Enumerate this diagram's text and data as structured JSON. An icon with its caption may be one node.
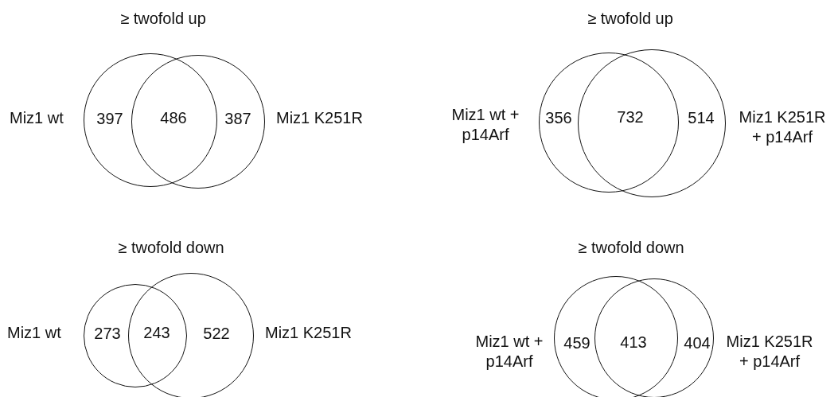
{
  "diagram": {
    "nodes": [
      {
        "text": [
          "397"
        ],
        "beside": [
          "Miz1 wt"
        ]
      },
      {
        "text": [
          "387"
        ],
        "beside": [
          "Miz1 K251R"
        ]
      },
      {
        "text": [
          "356"
        ],
        "beside": [
          "Miz1 wt + p14Arf"
        ]
      },
      {
        "text": [
          "514"
        ],
        "beside": [
          "Miz1 K251R + p14Arf"
        ]
      },
      {
        "text": [
          "273"
        ],
        "beside": [
          "Miz1 wt"
        ]
      },
      {
        "text": [
          "522"
        ],
        "beside": [
          "Miz1 K251R"
        ]
      },
      {
        "text": [
          "459"
        ],
        "beside": [
          "Miz1 wt + p14Arf"
        ]
      },
      {
        "text": [
          "404"
        ],
        "beside": [
          "Miz1 K251R + p14Arf"
        ]
      }
    ],
    "labels": [
      "≥ twofold up",
      "≥ twofold up",
      "486",
      "732",
      "≥ twofold down",
      "≥ twofold down",
      "243",
      "413"
    ]
  }
}
